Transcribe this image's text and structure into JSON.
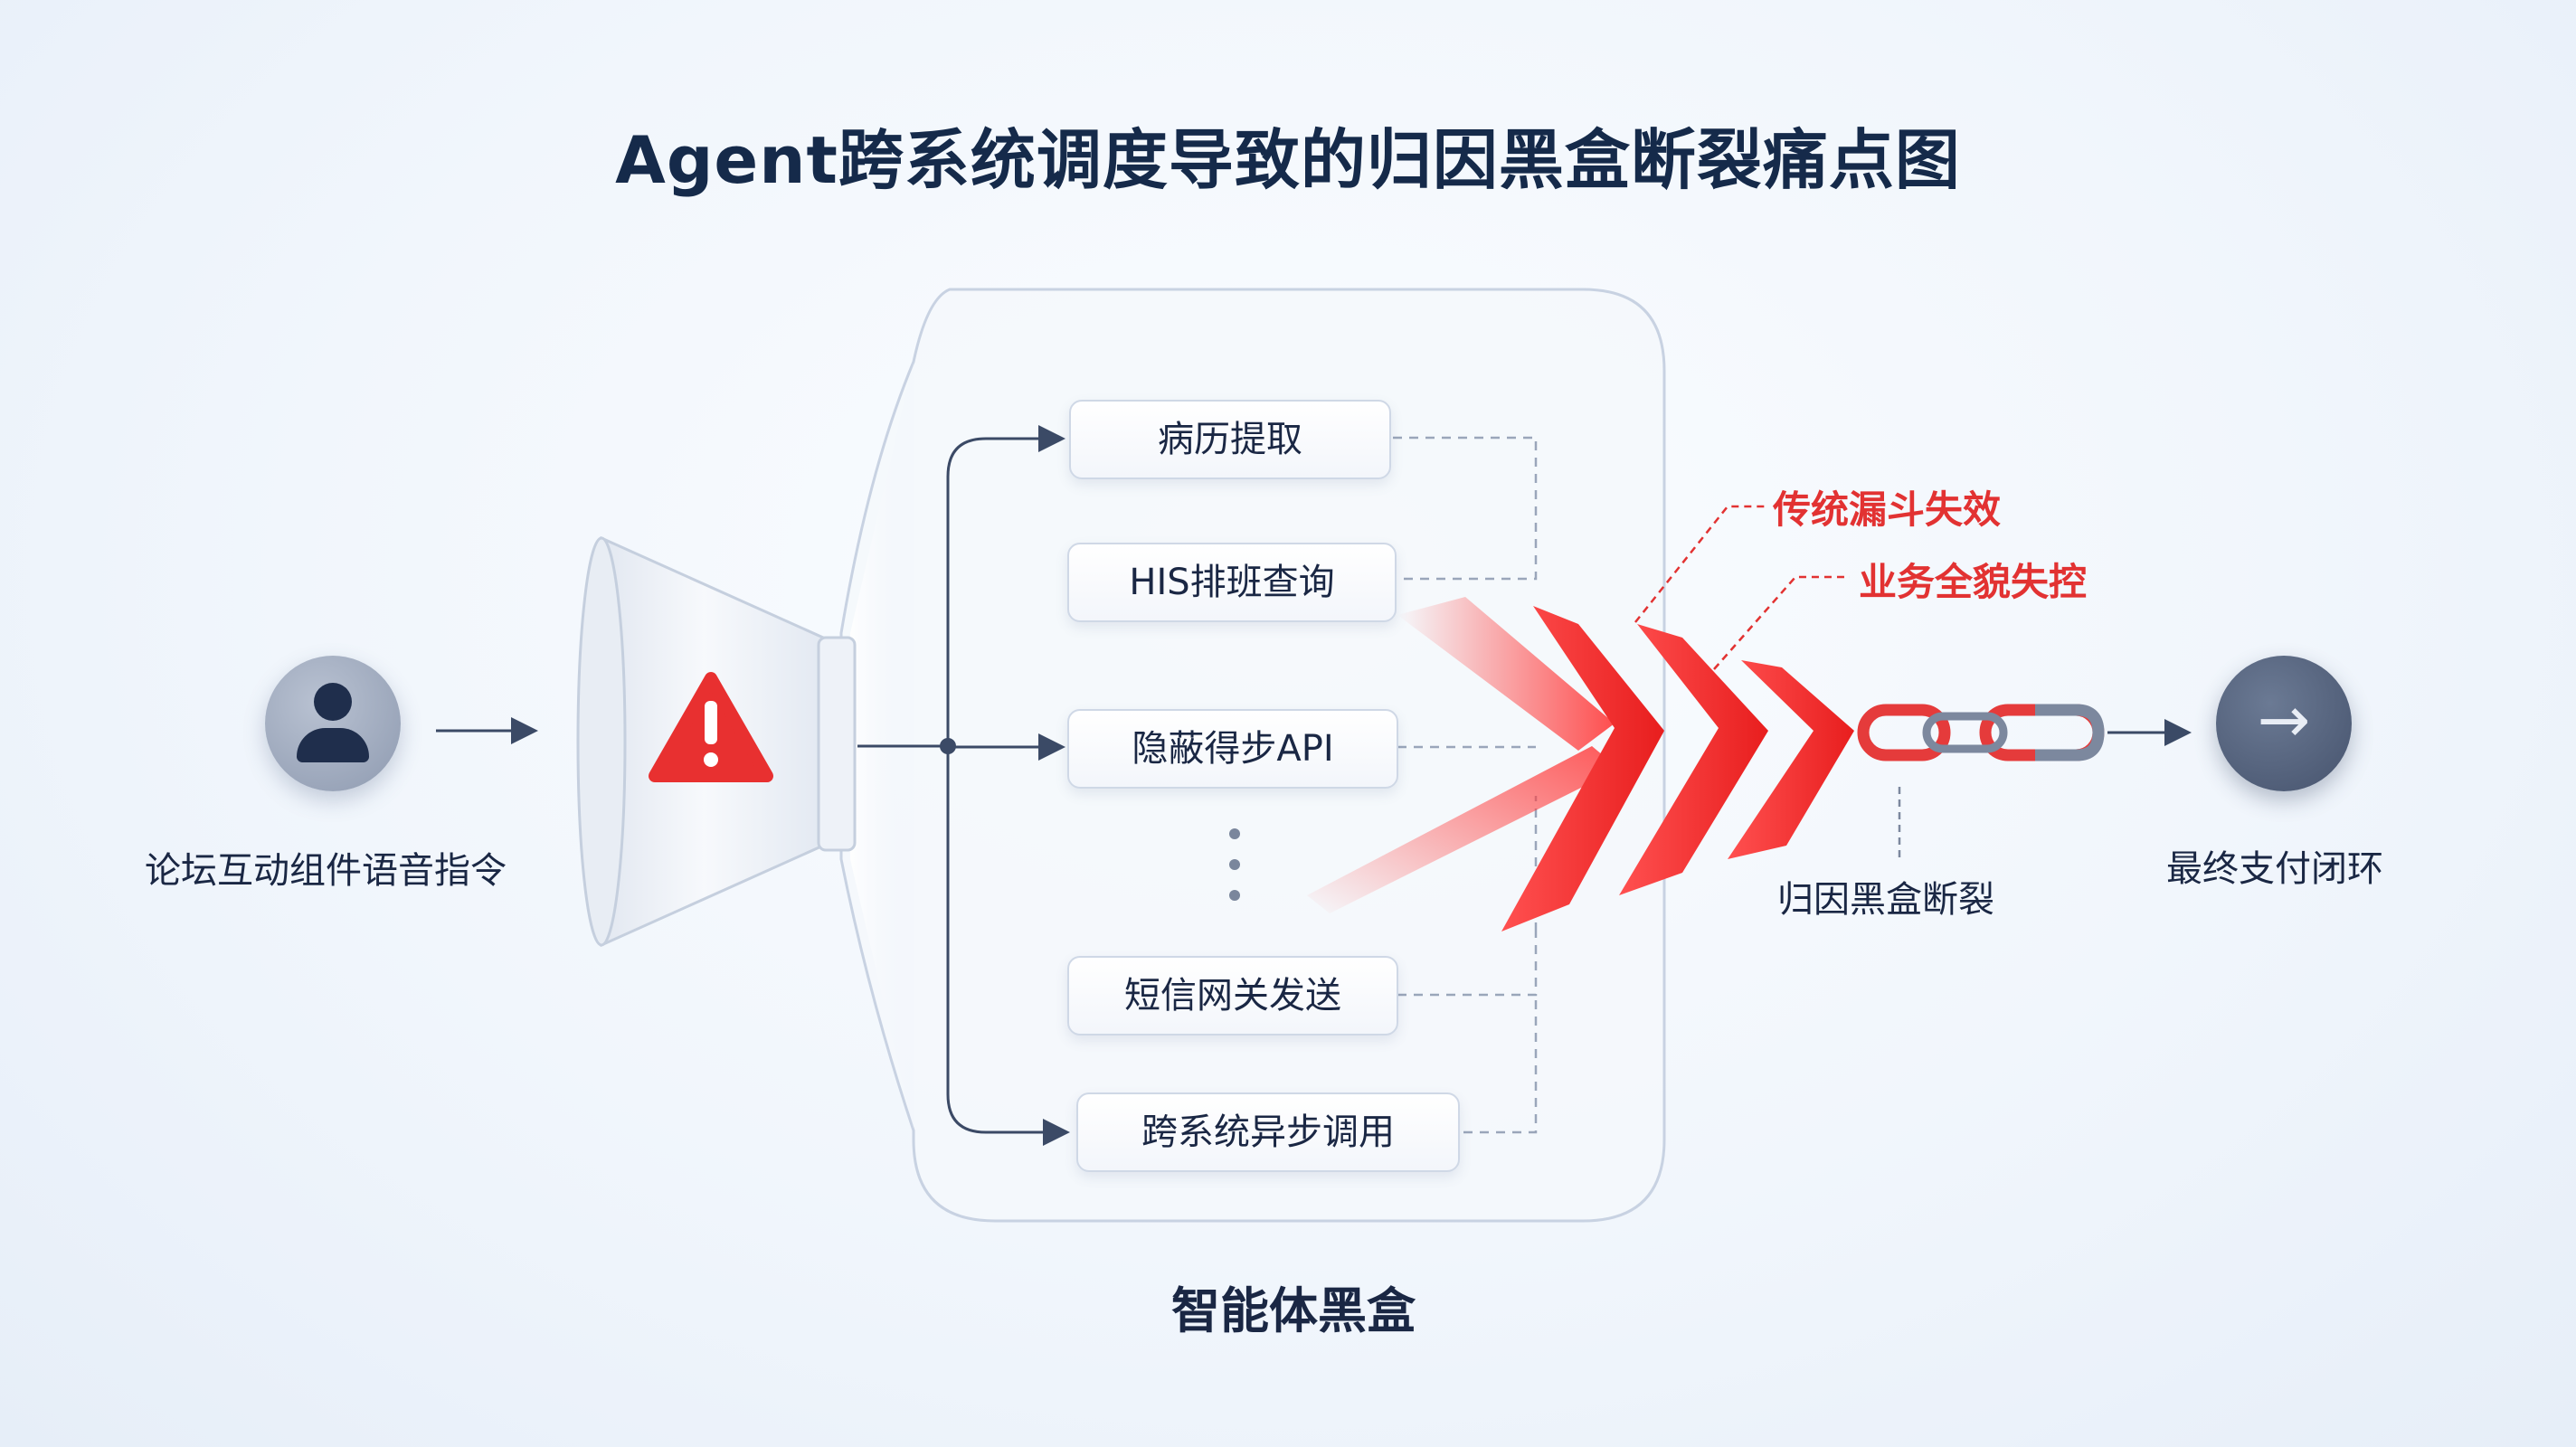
{
  "title": "Agent跨系统调度导致的归因黑盒断裂痛点图",
  "source_label": "论坛互动组件语音指令",
  "tasks": [
    "病历提取",
    "HIS排班查询",
    "隐蔽得步API",
    "短信网关发送",
    "跨系统异步调用"
  ],
  "blackbox_label": "智能体黑盒",
  "failure_labels": [
    "传统漏斗失效",
    "业务全貌失控"
  ],
  "break_label": "归因黑盒断裂",
  "end_label": "最终支付闭环",
  "icons": {
    "source": "user-icon",
    "funnel_alert": "warning-triangle-icon",
    "break": "broken-chain-icon",
    "end": "arrow-right-icon"
  },
  "colors": {
    "accent_red": "#e23232",
    "dark_navy": "#152a4a",
    "line_gray": "#5a6a86"
  }
}
